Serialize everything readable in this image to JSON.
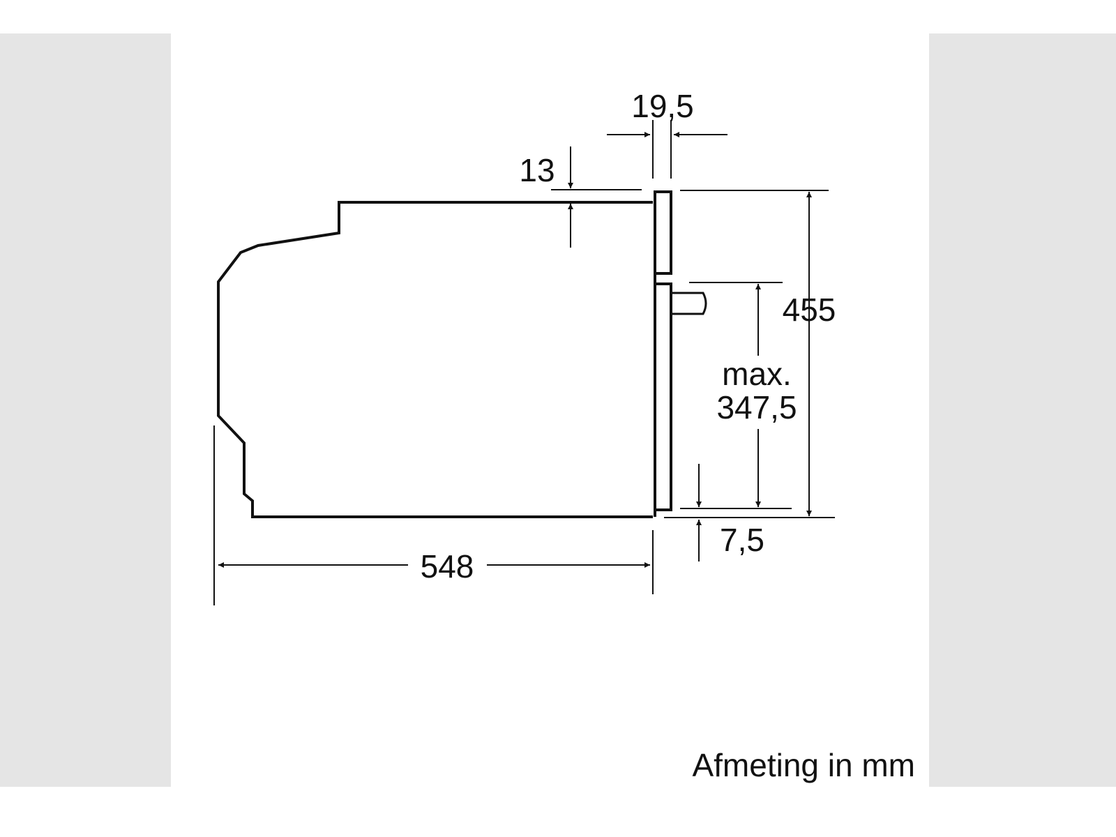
{
  "dimensions": {
    "door_thickness": "19,5",
    "top_offset": "13",
    "total_height": "455",
    "max_label": "max.",
    "max_height": "347,5",
    "bottom_offset": "7,5",
    "depth": "548"
  },
  "caption": "Afmeting in mm",
  "colors": {
    "line": "#111111",
    "side_panel": "#e5e5e5"
  }
}
